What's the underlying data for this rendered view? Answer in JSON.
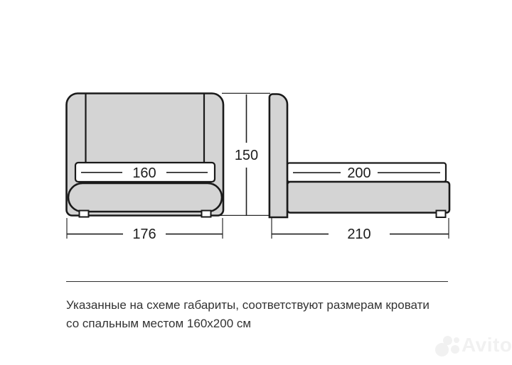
{
  "page": {
    "background_color": "#ffffff"
  },
  "palette": {
    "outline": "#1a1a1a",
    "upholstery_fill": "#d4d4d4",
    "mattress_fill": "#ffffff",
    "caption_text": "#333333",
    "watermark": "#f1f1f1"
  },
  "diagram": {
    "kind": "bed-dimension-schematic",
    "front_view": {
      "mattress_width": "160",
      "overall_width": "176"
    },
    "side_view": {
      "mattress_length": "200",
      "overall_length": "210"
    },
    "overall_height": "150"
  },
  "caption": {
    "line1": "Указанные на схеме габариты, соответствуют размерам кровати",
    "line2": "со спальным местом 160х200 см"
  },
  "watermark": {
    "brand": "Avito"
  }
}
